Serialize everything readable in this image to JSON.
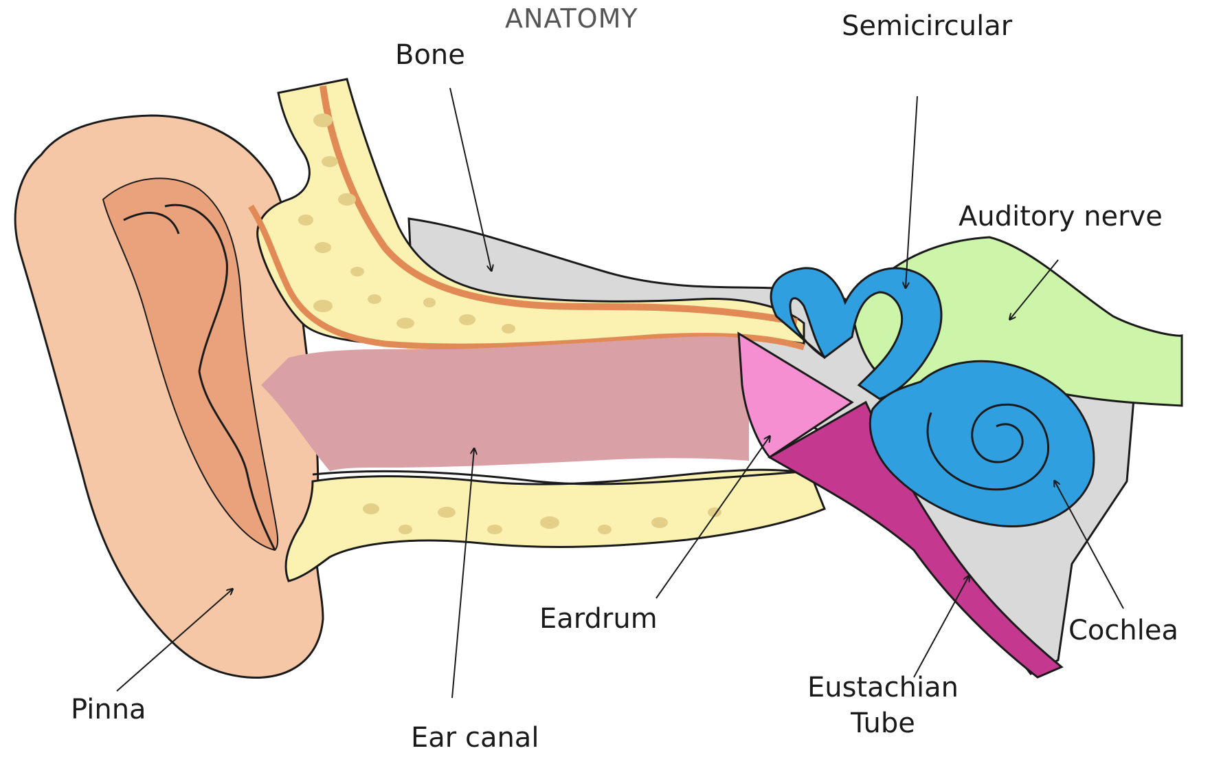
{
  "diagram": {
    "title": "ANATOMY",
    "labels": {
      "bone": "Bone",
      "semicircular": "Semicircular",
      "auditory_nerve": "Auditory nerve",
      "eardrum": "Eardrum",
      "cochlea": "Cochlea",
      "eustachian_tube_line1": "Eustachian",
      "eustachian_tube_line2": "Tube",
      "pinna": "Pinna",
      "ear_canal": "Ear canal"
    },
    "colors": {
      "pinna": "#f6c7a6",
      "pinna_shadow": "#e9a27c",
      "skin_line": "#e18a56",
      "bone": "#fbf2b2",
      "bone_spots": "#e3cf88",
      "canal": "#d9a0a6",
      "gray_bone": "#d9d9d9",
      "eardrum": "#f58fd1",
      "eustachian": "#c4388f",
      "inner_ear": "#2f9fe0",
      "auditory_nerve": "#cdf5a9"
    }
  }
}
